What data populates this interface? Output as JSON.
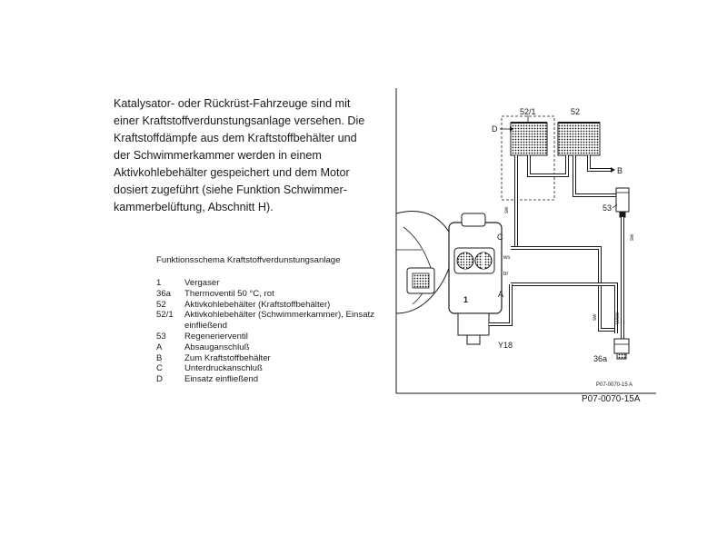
{
  "intro": {
    "lines": [
      "Katalysator- oder Rückrüst-Fahrzeuge sind mit",
      "einer Kraftstoffverdunstungsanlage versehen. Die",
      "Kraftstoffdämpfe aus dem Kraftstoffbehälter und",
      "der Schwimmerkammer werden in einem",
      "Aktivkohlebehälter gespeichert und dem Motor",
      "dosiert zugeführt (siehe Funktion Schwimmer-",
      "kammerbelüftung, Abschnitt H)."
    ]
  },
  "legend": {
    "title": "Funktionsschema Kraftstoffverdunstungsanlage",
    "items": [
      {
        "key": "1",
        "desc": "Vergaser"
      },
      {
        "key": "36a",
        "desc": "Thermoventil 50 °C, rot"
      },
      {
        "key": "52",
        "desc": "Aktivkohlebehälter (Kraftstoffbehälter)"
      },
      {
        "key": "52/1",
        "desc": "Aktivkohlebehälter (Schwimmerkammer), Einsatz einfließend"
      },
      {
        "key": "53",
        "desc": "Regenerierventil"
      },
      {
        "key": "A",
        "desc": "Absauganschluß"
      },
      {
        "key": "B",
        "desc": "Zum Kraftstoffbehälter"
      },
      {
        "key": "C",
        "desc": "Unterdruckanschluß"
      },
      {
        "key": "D",
        "desc": "Einsatz einfließend"
      }
    ]
  },
  "figure": {
    "labels": {
      "canister_small": "52/1",
      "canister_large": "52",
      "inlet": "D",
      "to_tank": "B",
      "regen_valve": "53",
      "carburetor": "1",
      "vacuum": "C",
      "suction": "A",
      "y18": "Y18",
      "thermo": "36a",
      "ref": "P07-0070-15 A",
      "ws": "ws",
      "br": "br",
      "sw1": "sw",
      "sw2": "sw",
      "sw3": "sw",
      "swvi": "vi/sw"
    }
  },
  "caption": "P07-0070-15A"
}
